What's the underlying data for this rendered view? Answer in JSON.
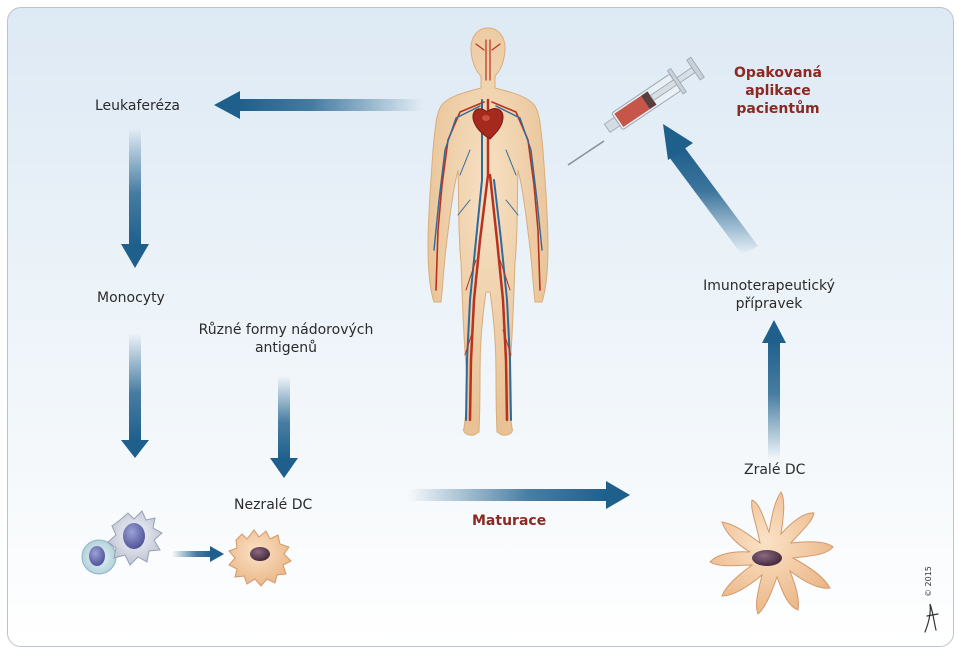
{
  "labels": {
    "leukafereza": "Leukaferéza",
    "monocyty": "Monocyty",
    "antigeny_line1": "Různé formy nádorových",
    "antigeny_line2": "antigenů",
    "nezrale_dc": "Nezralé DC",
    "maturace": "Maturace",
    "zrale_dc": "Zralé DC",
    "pripravek_line1": "Imunoterapeutický",
    "pripravek_line2": "přípravek",
    "aplikace_line1": "Opakovaná",
    "aplikace_line2": "aplikace",
    "aplikace_line3": "pacientům"
  },
  "copyright": "© 2015",
  "colors": {
    "arrow": "#1e5f8c",
    "accent_text": "#8b2a22",
    "body_fill": "#f0d3ad",
    "artery": "#b8321f",
    "vein": "#2f6a9a",
    "cell_nucleus": "#5b3a52",
    "dc_body": "#f2c9a0"
  }
}
